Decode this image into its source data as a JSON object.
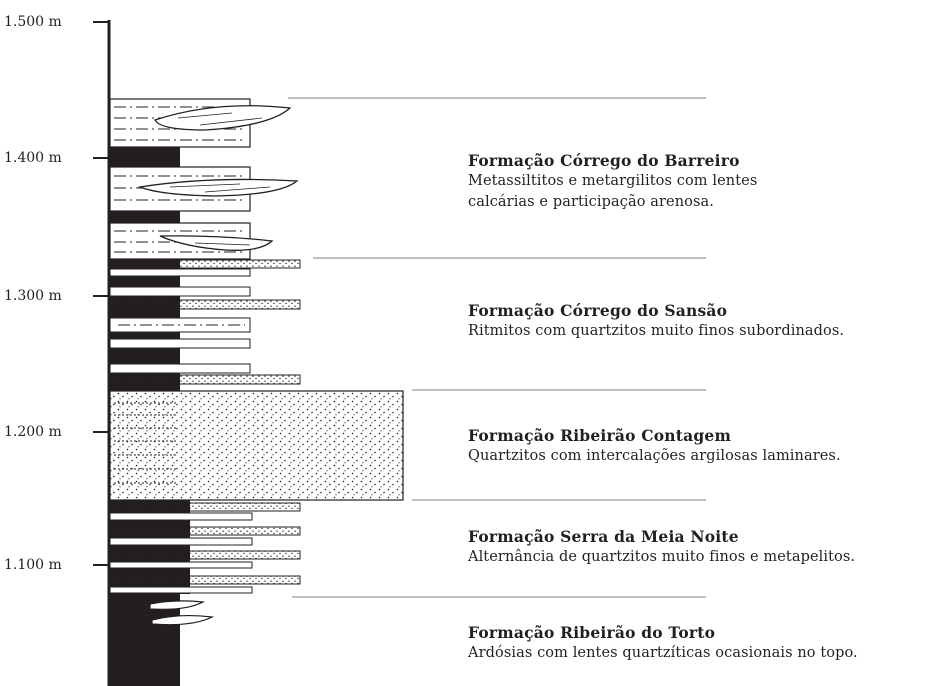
{
  "scale_labels": [
    "1.500 m",
    "1.400 m",
    "1.300 m",
    "1.200 m",
    "1.100 m"
  ],
  "formations": [
    {
      "name": "Formação Córrego do Barreiro",
      "description_lines": [
        "Metassiltitos e metargilitos com lentes",
        "calcárias e participação arenosa."
      ]
    },
    {
      "name": "Formação Córrego do Sansão",
      "description_lines": [
        "Ritmitos com quartzitos muito finos subordinados."
      ]
    },
    {
      "name": "Formação Ribeirão Contagem",
      "description_lines": [
        "Quartzitos com intercalações argilosas laminares."
      ]
    },
    {
      "name": "Formação Serra da Meia Noite",
      "description_lines": [
        "Alternância de quartzitos muito finos e metapelitos."
      ]
    },
    {
      "name": "Formação Ribeirão do Torto",
      "description_lines": [
        "Ardósias com lentes quartzíticas ocasionais no topo."
      ]
    }
  ],
  "colors": {
    "ink": "#231f20",
    "divider": "#9a9a9a",
    "paper": "#ffffff"
  }
}
